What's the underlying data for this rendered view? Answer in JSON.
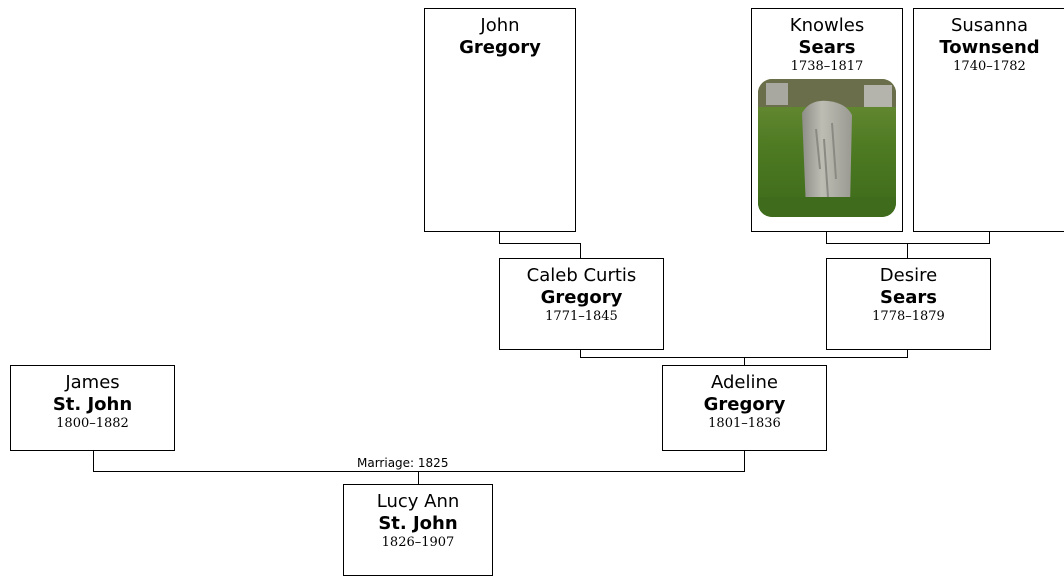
{
  "people": {
    "john_gregory": {
      "given": "John",
      "surname": "Gregory",
      "dates": ""
    },
    "knowles_sears": {
      "given": "Knowles",
      "surname": "Sears",
      "dates": "1738–1817"
    },
    "susanna_townsend": {
      "given": "Susanna",
      "surname": "Townsend",
      "dates": "1740–1782"
    },
    "caleb_gregory": {
      "given": "Caleb Curtis",
      "surname": "Gregory",
      "dates": "1771–1845"
    },
    "desire_sears": {
      "given": "Desire",
      "surname": "Sears",
      "dates": "1778–1879"
    },
    "james_stjohn": {
      "given": "James",
      "surname": "St. John",
      "dates": "1800–1882"
    },
    "adeline_gregory": {
      "given": "Adeline",
      "surname": "Gregory",
      "dates": "1801–1836"
    },
    "lucy_stjohn": {
      "given": "Lucy Ann",
      "surname": "St. John",
      "dates": "1826–1907"
    }
  },
  "marriage": {
    "label": "Marriage: 1825"
  }
}
